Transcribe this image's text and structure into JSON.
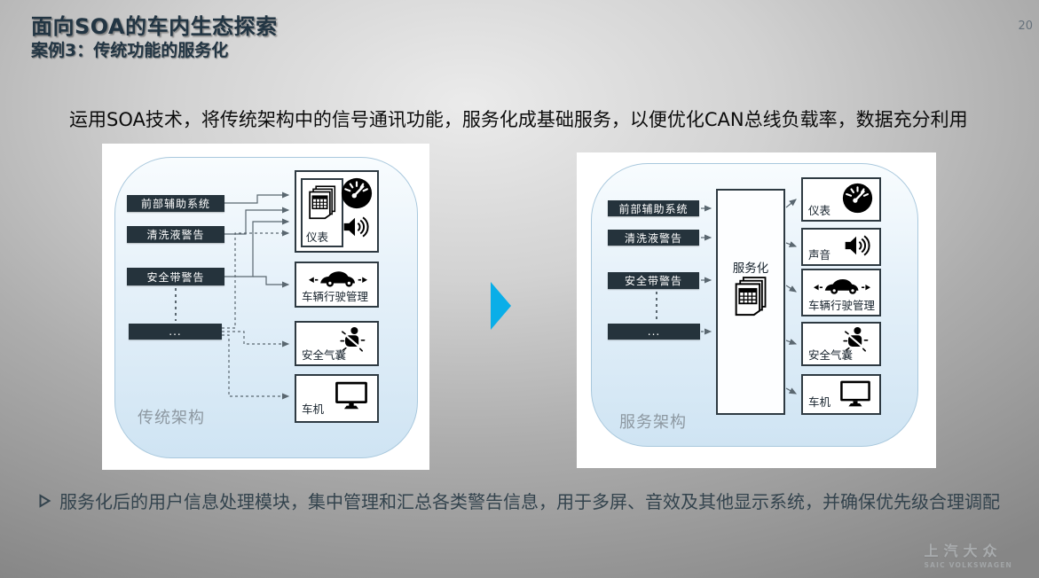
{
  "page_number": "20",
  "header": {
    "title": "面向SOA的车内生态探索",
    "subtitle": "案例3：传统功能的服务化"
  },
  "intro": "运用SOA技术，将传统架构中的信号通讯功能，服务化成基础服务，以便优化CAN总线负载率，数据充分利用",
  "left_diagram": {
    "caption": "传统架构",
    "sources": [
      {
        "label": "前部辅助系统"
      },
      {
        "label": "清洗液警告"
      },
      {
        "label": "安全带警告"
      },
      {
        "label": "..."
      }
    ],
    "targets": [
      {
        "label": "仪表",
        "icons": [
          "documents-icon",
          "gauge-icon",
          "speaker-icon"
        ]
      },
      {
        "label": "车辆行驶管理",
        "icon": "car-icon"
      },
      {
        "label": "安全气囊",
        "icon": "seatbelt-icon"
      },
      {
        "label": "车机",
        "icon": "monitor-icon"
      }
    ]
  },
  "right_diagram": {
    "caption": "服务架构",
    "sources": [
      {
        "label": "前部辅助系统"
      },
      {
        "label": "清洗液警告"
      },
      {
        "label": "安全带警告"
      },
      {
        "label": "..."
      }
    ],
    "hub": {
      "label": "服务化",
      "icon": "documents-icon"
    },
    "targets": [
      {
        "label": "仪表",
        "icon": "gauge-icon"
      },
      {
        "label": "声音",
        "icon": "speaker-icon"
      },
      {
        "label": "车辆行驶管理",
        "icon": "car-icon"
      },
      {
        "label": "安全气囊",
        "icon": "seatbelt-icon"
      },
      {
        "label": "车机",
        "icon": "monitor-icon"
      }
    ]
  },
  "bullet": {
    "text": "服务化后的用户信息处理模块，集中管理和汇总各类警告信息，用于多屏、音效及其他显示系统，并确保优先级合理调配"
  },
  "logo": {
    "cn": "上汽大众",
    "en": "SAIC VOLKSWAGEN"
  },
  "colors": {
    "accent_arrow": "#0aaee8",
    "title_text": "#223543",
    "dark_box": "#25333c",
    "panel_border": "#a9c8dd",
    "panel_fill_top": "#f8fcfe",
    "panel_fill_bottom": "#cfe4f3",
    "connector": "#5a6770"
  }
}
